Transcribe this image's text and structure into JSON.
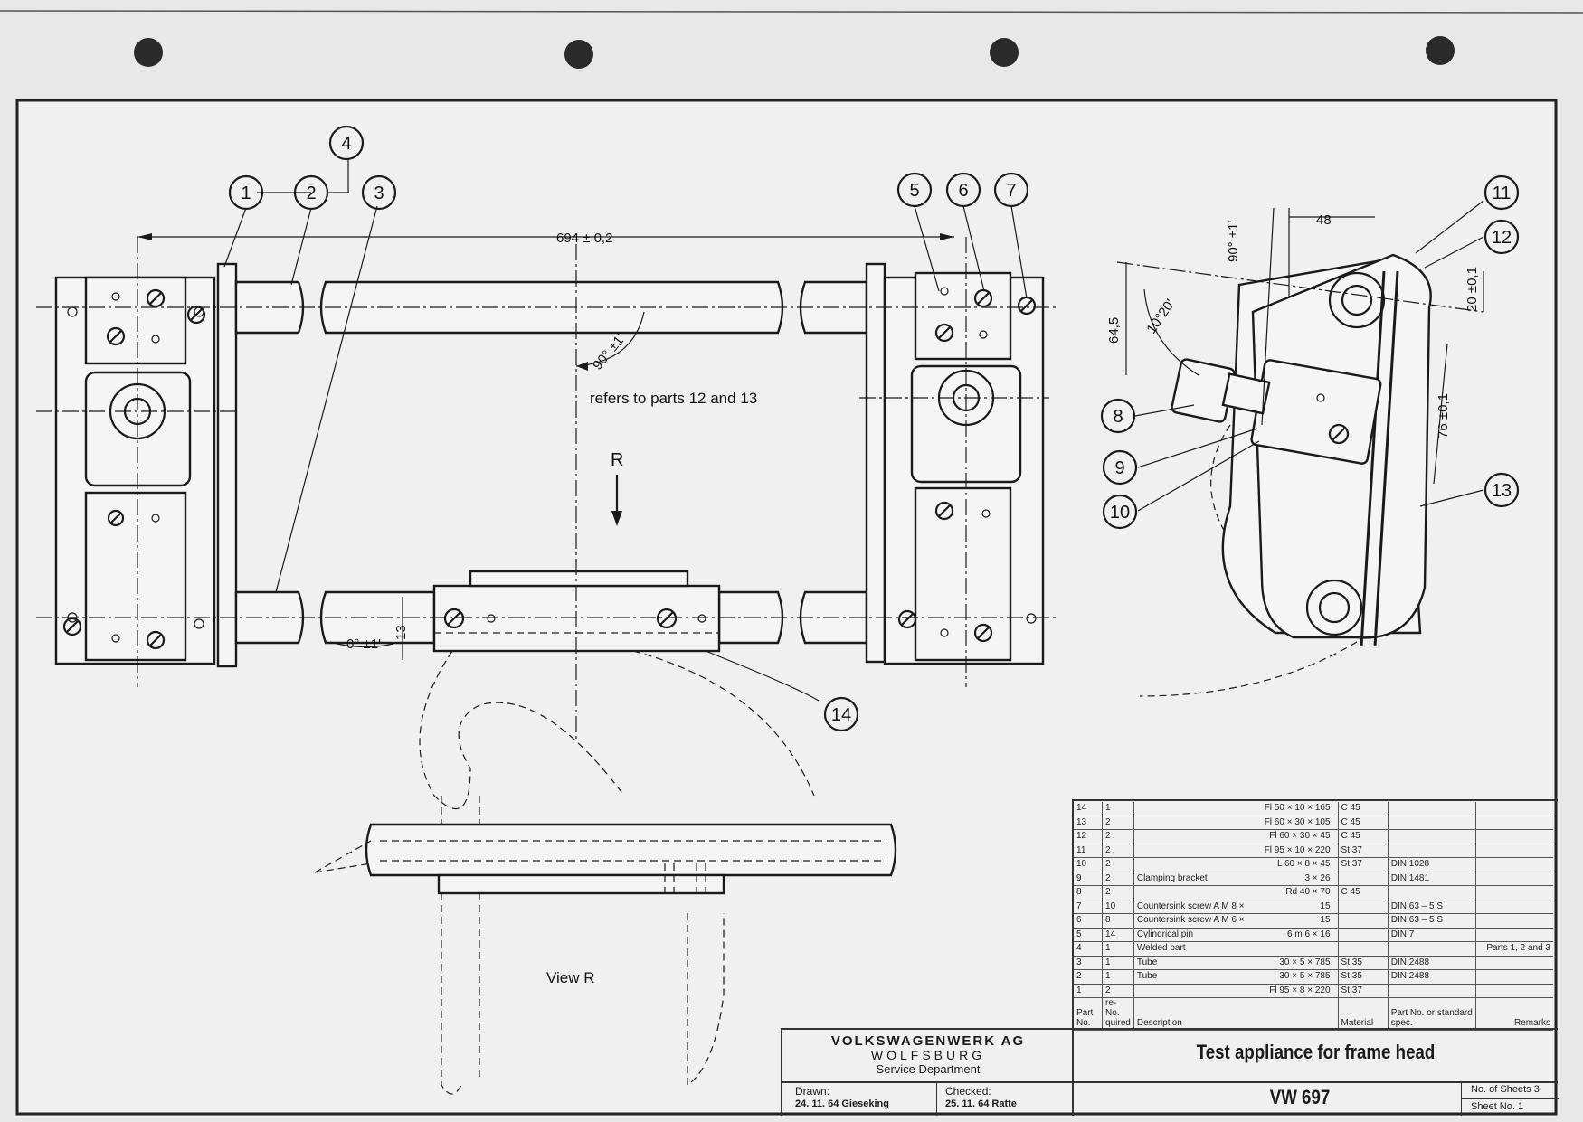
{
  "drawing": {
    "dimensions": {
      "overall_length": "694 ± 0,2",
      "angle_90_top": "90° ±1'",
      "angle_90_middle": "90° ±1'",
      "angle_0": "0° ±1'",
      "height_13": "13",
      "width_48": "48",
      "height_64_5": "64,5",
      "angle_10_20": "10°20'",
      "height_20": "20 ±0,1",
      "height_76": "76 ±0,1"
    },
    "notes": {
      "refers_to": "refers to parts 12 and 13",
      "view_arrow_label": "R",
      "view_label": "View R"
    },
    "callouts": [
      "1",
      "2",
      "3",
      "4",
      "5",
      "6",
      "7",
      "8",
      "9",
      "10",
      "11",
      "12",
      "13",
      "14"
    ]
  },
  "parts_list": {
    "headers": {
      "part_no": "Part No.",
      "no_required": "re- No. quired",
      "description": "Description",
      "material": "Material",
      "standard_spec": "Part No. or standard spec.",
      "remarks": "Remarks"
    },
    "rows": [
      {
        "part": "14",
        "qty": "1",
        "desc": "",
        "dim": "Fl 50 × 10 × 165",
        "mat": "C 45",
        "std": "",
        "rem": ""
      },
      {
        "part": "13",
        "qty": "2",
        "desc": "",
        "dim": "Fl 60 × 30 × 105",
        "mat": "C 45",
        "std": "",
        "rem": ""
      },
      {
        "part": "12",
        "qty": "2",
        "desc": "",
        "dim": "Fl 60 × 30 × 45",
        "mat": "C 45",
        "std": "",
        "rem": ""
      },
      {
        "part": "11",
        "qty": "2",
        "desc": "",
        "dim": "Fl 95 × 10 × 220",
        "mat": "St 37",
        "std": "",
        "rem": ""
      },
      {
        "part": "10",
        "qty": "2",
        "desc": "",
        "dim": "L 60 × 8 × 45",
        "mat": "St 37",
        "std": "DIN 1028",
        "rem": ""
      },
      {
        "part": "9",
        "qty": "2",
        "desc": "Clamping bracket",
        "dim": "3 × 26",
        "mat": "",
        "std": "DIN 1481",
        "rem": ""
      },
      {
        "part": "8",
        "qty": "2",
        "desc": "",
        "dim": "Rd 40 × 70",
        "mat": "C 45",
        "std": "",
        "rem": ""
      },
      {
        "part": "7",
        "qty": "10",
        "desc": "Countersink screw A M 8 ×",
        "dim": "15",
        "mat": "",
        "std": "DIN 63 – 5 S",
        "rem": ""
      },
      {
        "part": "6",
        "qty": "8",
        "desc": "Countersink screw A M 6 ×",
        "dim": "15",
        "mat": "",
        "std": "DIN 63 – 5 S",
        "rem": ""
      },
      {
        "part": "5",
        "qty": "14",
        "desc": "Cylindrical pin",
        "dim": "6 m 6 × 16",
        "mat": "",
        "std": "DIN 7",
        "rem": ""
      },
      {
        "part": "4",
        "qty": "1",
        "desc": "Welded part",
        "dim": "",
        "mat": "",
        "std": "",
        "rem": "Parts 1, 2 and 3"
      },
      {
        "part": "3",
        "qty": "1",
        "desc": "Tube",
        "dim": "30 × 5 × 785",
        "mat": "St 35",
        "std": "DIN 2488",
        "rem": ""
      },
      {
        "part": "2",
        "qty": "1",
        "desc": "Tube",
        "dim": "30 × 5 × 785",
        "mat": "St 35",
        "std": "DIN 2488",
        "rem": ""
      },
      {
        "part": "1",
        "qty": "2",
        "desc": "",
        "dim": "Fl 95 × 8 × 220",
        "mat": "St 37",
        "std": "",
        "rem": ""
      }
    ]
  },
  "title_block": {
    "company": "VOLKSWAGENWERK AG",
    "city": "WOLFSBURG",
    "department": "Service Department",
    "drawn_label": "Drawn:",
    "drawn_value": "24. 11. 64 Gieseking",
    "checked_label": "Checked:",
    "checked_value": "25. 11. 64 Ratte",
    "title": "Test appliance for frame head",
    "number": "VW 697",
    "no_of_sheets": "No. of Sheets 3",
    "sheet_no": "Sheet No. 1"
  }
}
